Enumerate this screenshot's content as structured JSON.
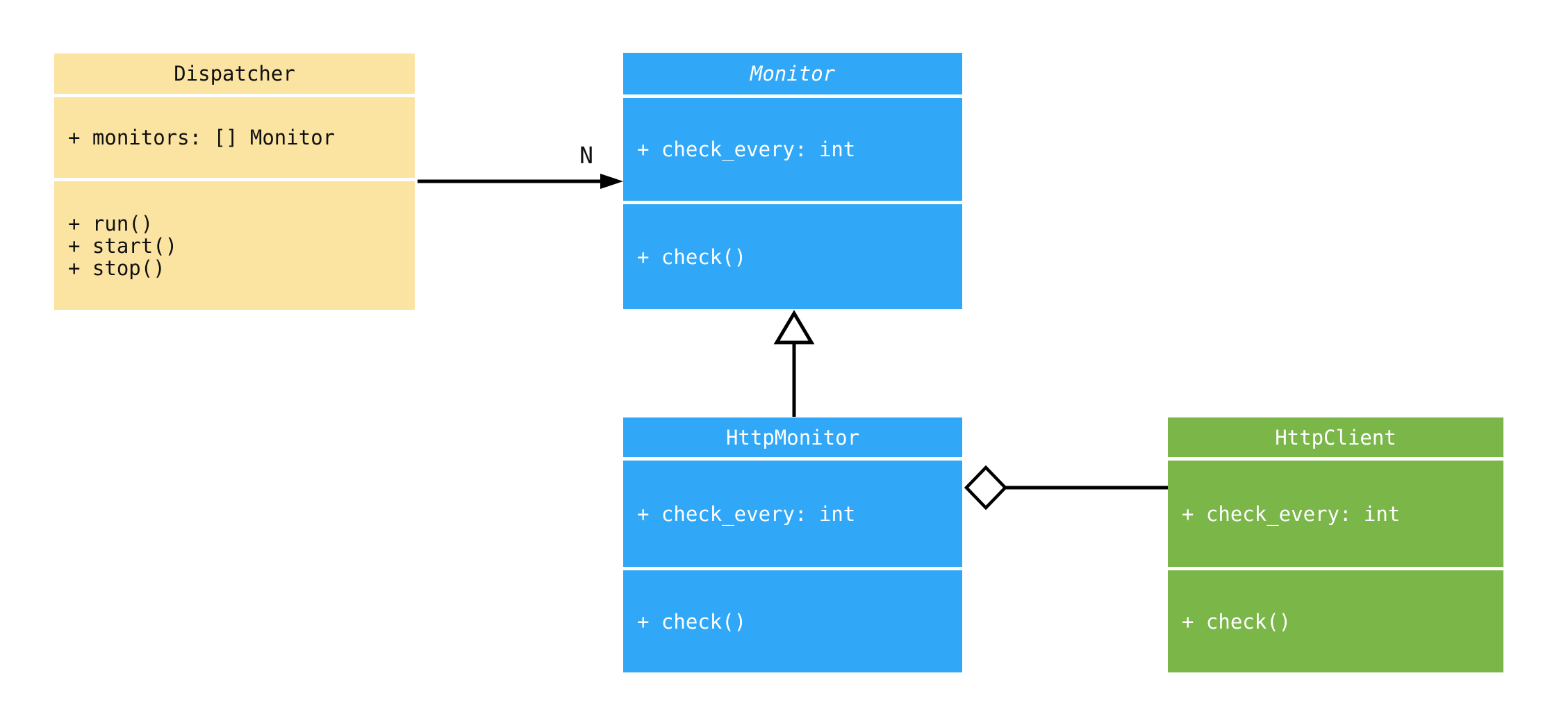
{
  "diagram": {
    "kind": "uml-class-diagram",
    "background_color": "#ffffff",
    "line_color": "#000000"
  },
  "classes": {
    "dispatcher": {
      "name": "Dispatcher",
      "fill_color": "#FBE4A1",
      "text_color": "#101010",
      "abstract": false,
      "attributes": [
        "+ monitors: [] Monitor"
      ],
      "methods": [
        "+ run()",
        "+ start()",
        "+ stop()"
      ]
    },
    "monitor": {
      "name": "Monitor",
      "fill_color": "#31A7F8",
      "text_color": "#ffffff",
      "abstract": true,
      "attributes": [
        "+ check_every: int"
      ],
      "methods": [
        "+ check()"
      ]
    },
    "http_monitor": {
      "name": "HttpMonitor",
      "fill_color": "#31A7F8",
      "text_color": "#ffffff",
      "abstract": false,
      "attributes": [
        "+ check_every: int"
      ],
      "methods": [
        "+ check()"
      ]
    },
    "http_client": {
      "name": "HttpClient",
      "fill_color": "#7AB648",
      "text_color": "#ffffff",
      "abstract": false,
      "attributes": [
        "+ check_every: int"
      ],
      "methods": [
        "+ check()"
      ]
    }
  },
  "relationships": {
    "dispatcher_to_monitor": {
      "type": "directed-association",
      "from": "Dispatcher",
      "to": "Monitor",
      "label": "N"
    },
    "http_monitor_to_monitor": {
      "type": "inheritance",
      "from": "HttpMonitor",
      "to": "Monitor"
    },
    "http_monitor_to_http_client": {
      "type": "aggregation",
      "from": "HttpMonitor",
      "to": "HttpClient"
    }
  }
}
